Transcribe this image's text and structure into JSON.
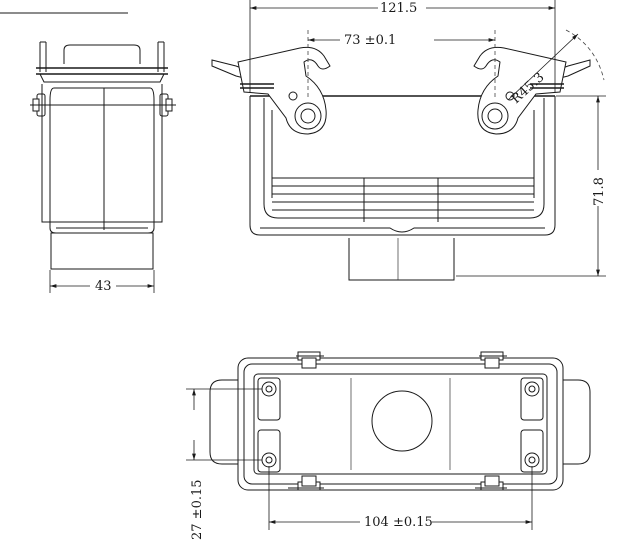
{
  "dimensions": {
    "top_width": "121.5",
    "pin_spacing": "73 ±0.1",
    "radius": "R45.3",
    "height": "71.8",
    "side_width": "43",
    "bottom_width": "104 ±0.15",
    "bottom_height": "27 ±0.15"
  }
}
